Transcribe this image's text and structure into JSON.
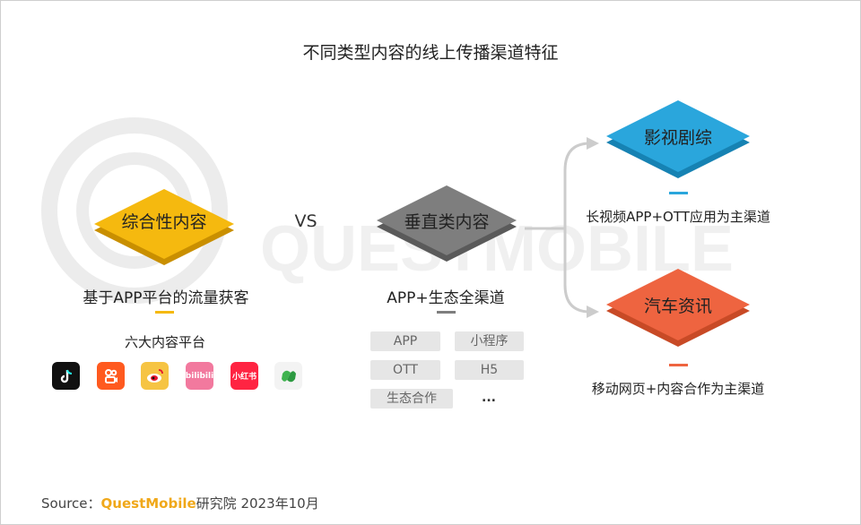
{
  "title": "不同类型内容的线上传播渠道特征",
  "watermark": "QUESTMOBILE",
  "vs": "VS",
  "left": {
    "diamond_label": "综合性内容",
    "description": "基于APP平台的流量获客",
    "platforms_title": "六大内容平台",
    "apps": [
      {
        "icon": "douyin-icon"
      },
      {
        "icon": "kuaishou-icon"
      },
      {
        "icon": "weibo-icon"
      },
      {
        "icon": "bilibili-icon",
        "text": "bilibili"
      },
      {
        "icon": "xiaohongshu-icon",
        "text": "小红书"
      },
      {
        "icon": "wechat-channels-icon"
      }
    ]
  },
  "middle": {
    "diamond_label": "垂直类内容",
    "description": "APP+生态全渠道",
    "chips": [
      "APP",
      "小程序",
      "OTT",
      "H5",
      "生态合作",
      "..."
    ]
  },
  "right": {
    "top": {
      "diamond_label": "影视剧综",
      "description": "长视频APP+OTT应用为主渠道"
    },
    "bottom": {
      "diamond_label": "汽车资讯",
      "description": "移动网页+内容合作为主渠道"
    }
  },
  "source": {
    "prefix": "Source：",
    "brand": "QuestMobile",
    "suffix": "研究院 2023年10月"
  },
  "colors": {
    "yellow": "#f5b90f",
    "gray": "#777777",
    "blue": "#2aa6dc",
    "orange": "#ee6440",
    "chip_bg": "#e6e6e6",
    "connector": "#cccccc"
  }
}
